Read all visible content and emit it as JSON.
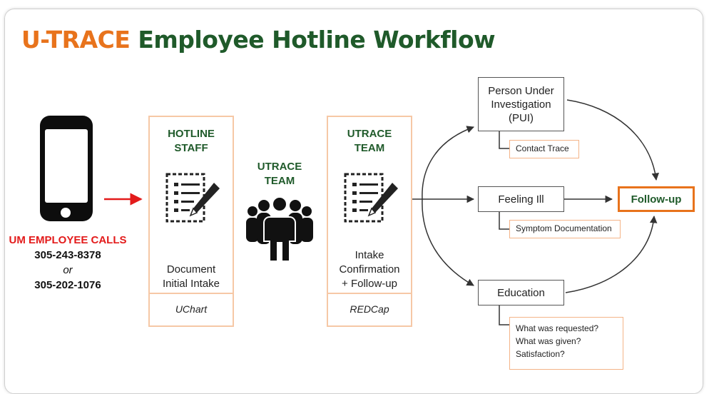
{
  "title": {
    "brand": "U-TRACE",
    "rest": " Employee Hotline Workflow"
  },
  "caller": {
    "label": "UM EMPLOYEE CALLS",
    "phone1": "305-243-8378",
    "or": "or",
    "phone2": "305-202-1076"
  },
  "hotline_panel": {
    "title_line1": "HOTLINE",
    "title_line2": "STAFF",
    "desc_line1": "Document",
    "desc_line2": "Initial Intake",
    "system": "UChart"
  },
  "team": {
    "line1": "UTRACE",
    "line2": "TEAM"
  },
  "utrace_panel": {
    "title_line1": "UTRACE",
    "title_line2": "TEAM",
    "desc_line1": "Intake",
    "desc_line2": "Confirmation",
    "desc_line3": "+ Follow-up",
    "system": "REDCap"
  },
  "outcomes": {
    "pui": {
      "line1": "Person Under",
      "line2": "Investigation",
      "line3": "(PUI)",
      "note": "Contact Trace"
    },
    "ill": {
      "label": "Feeling Ill",
      "note": "Symptom Documentation"
    },
    "education": {
      "label": "Education",
      "notes": [
        "What was requested?",
        "What was given?",
        "Satisfaction?"
      ]
    },
    "followup": "Follow-up"
  },
  "colors": {
    "orange": "#e8731c",
    "green": "#1f5a2a",
    "red": "#e31b1b",
    "panel_border": "#f6c8a6"
  }
}
